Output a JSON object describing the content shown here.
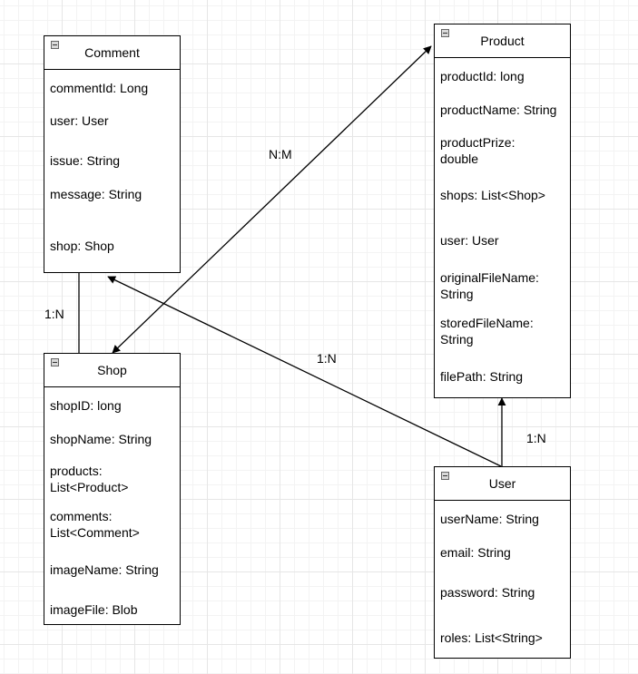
{
  "classes": {
    "comment": {
      "name": "Comment",
      "attributes": [
        "commentId: Long",
        "user: User",
        "issue: String",
        "message: String",
        "shop: Shop"
      ]
    },
    "product": {
      "name": "Product",
      "attributes": [
        "productId: long",
        "productName: String",
        "productPrize: double",
        "shops: List<Shop>",
        "user: User",
        "originalFileName: String",
        "storedFileName: String",
        "filePath: String"
      ]
    },
    "shop": {
      "name": "Shop",
      "attributes": [
        "shopID: long",
        "shopName: String",
        "products: List<Product>",
        "comments: List<Comment>",
        "imageName: String",
        "imageFile: Blob"
      ]
    },
    "user": {
      "name": "User",
      "attributes": [
        "userName: String",
        "email: String",
        "password: String",
        "roles: List<String>"
      ]
    }
  },
  "relations": {
    "shop_product": "N:M",
    "shop_comment": "1:N",
    "user_comment": "1:N",
    "user_product": "1:N"
  }
}
